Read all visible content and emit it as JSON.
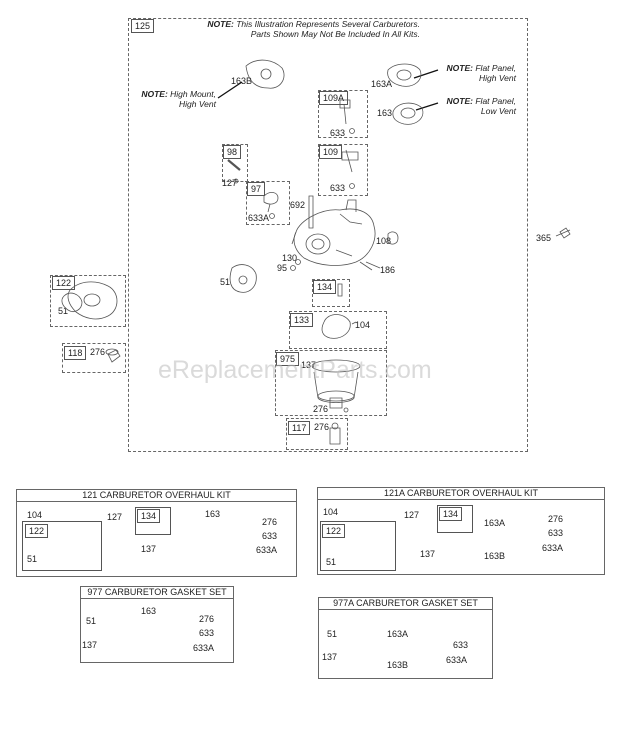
{
  "main_diagram": {
    "frame_number": "125",
    "note_top": {
      "prefix": "NOTE:",
      "line1": " This Illustration Represents Several Carburetors.",
      "line2": "Parts Shown May Not Be Included In All Kits."
    },
    "note_high_mount": {
      "prefix": "NOTE:",
      "line1": " High Mount,",
      "line2": "High Vent"
    },
    "note_flat_high": {
      "prefix": "NOTE:",
      "line1": " Flat Panel,",
      "line2": "High Vent"
    },
    "note_flat_low": {
      "prefix": "NOTE:",
      "line1": " Flat Panel,",
      "line2": "Low Vent"
    },
    "parts": {
      "p163B": "163B",
      "p163A": "163A",
      "p163": "163",
      "p109A": "109A",
      "p633_a": "633",
      "p98": "98",
      "p127": "127",
      "p109": "109",
      "p633_b": "633",
      "p97": "97",
      "p692": "692",
      "p633A": "633A",
      "p108": "108",
      "p365": "365",
      "p130": "130",
      "p95": "95",
      "p186": "186",
      "p51": "51",
      "p134": "134",
      "p133": "133",
      "p104": "104",
      "p975": "975",
      "p137": "137",
      "p276_a": "276",
      "p117": "117",
      "p276_b": "276",
      "p122": "122",
      "p51_b": "51",
      "p118": "118",
      "p276_c": "276"
    }
  },
  "kit_121": {
    "title": "121 CARBURETOR OVERHAUL KIT",
    "parts": {
      "p104": "104",
      "p122": "122",
      "p51": "51",
      "p127": "127",
      "p134": "134",
      "p137": "137",
      "p163": "163",
      "p276": "276",
      "p633": "633",
      "p633A": "633A"
    }
  },
  "kit_121A": {
    "title": "121A CARBURETOR OVERHAUL KIT",
    "parts": {
      "p104": "104",
      "p122": "122",
      "p51": "51",
      "p127": "127",
      "p134": "134",
      "p137": "137",
      "p163A": "163A",
      "p163B": "163B",
      "p276": "276",
      "p633": "633",
      "p633A": "633A"
    }
  },
  "kit_977": {
    "title": "977 CARBURETOR GASKET SET",
    "parts": {
      "p51": "51",
      "p137": "137",
      "p163": "163",
      "p276": "276",
      "p633": "633",
      "p633A": "633A"
    }
  },
  "kit_977A": {
    "title": "977A CARBURETOR GASKET SET",
    "parts": {
      "p51": "51",
      "p137": "137",
      "p163A": "163A",
      "p163B": "163B",
      "p633": "633",
      "p633A": "633A"
    }
  },
  "watermark": "eReplacementParts.com"
}
